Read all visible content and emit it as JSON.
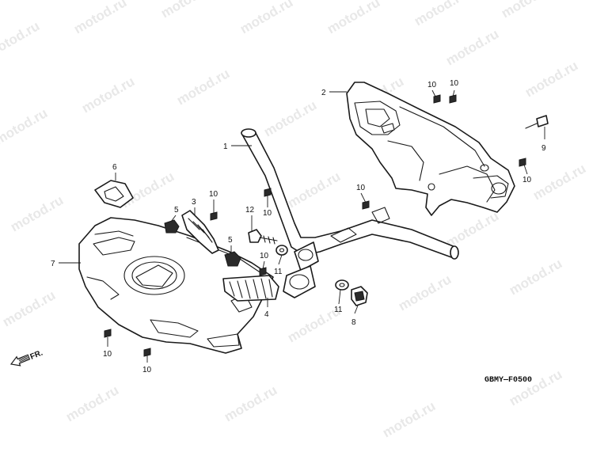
{
  "watermark": "motod.ru",
  "diagram_code": "GBMY—F0500",
  "direction_label": "FR.",
  "callouts": [
    "1",
    "2",
    "3",
    "4",
    "5",
    "6",
    "7",
    "8",
    "9",
    "10",
    "11",
    "12"
  ],
  "colors": {
    "line": "#1a1a1a",
    "watermark": "#969696",
    "background": "#ffffff"
  }
}
